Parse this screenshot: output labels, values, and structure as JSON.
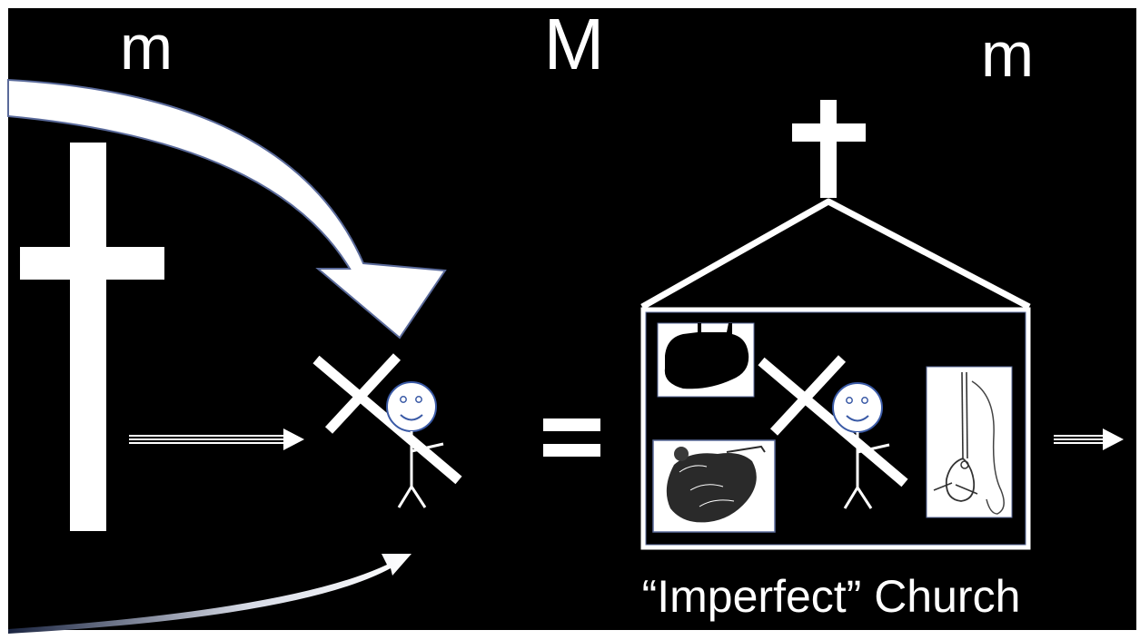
{
  "labels": {
    "left_m": "m",
    "center_M": "M",
    "right_m": "m",
    "equals": "=",
    "caption": "“Imperfect” Church"
  },
  "colors": {
    "background": "#000000",
    "foreground": "#ffffff",
    "outline": "#4b5e96",
    "face_outline": "#3a5aa6"
  },
  "icons": {
    "big_cross": "latin-cross-icon",
    "person_left": "stick-figure-carrying-cross-icon",
    "person_right": "stick-figure-carrying-cross-icon",
    "church": "church-building-icon",
    "rat": "rat-sketch-icon",
    "goat": "goat-sketch-icon",
    "rope": "noose-rope-sketch-icon"
  }
}
